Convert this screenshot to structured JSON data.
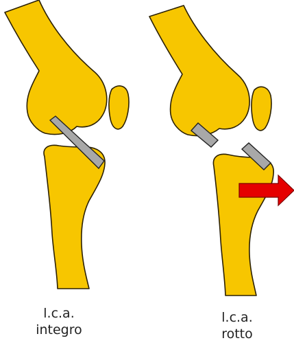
{
  "left_panel": {
    "caption_line1": "l.c.a.",
    "caption_line2": "integro"
  },
  "right_panel": {
    "caption_line1": "l.c.a.",
    "caption_line2": "rotto"
  },
  "colors": {
    "bone": "#f7c600",
    "ligament": "#a8a8a8",
    "arrow": "#e50000",
    "outline": "#2b2000"
  },
  "icons": {
    "displacement_arrow": "right-arrow-icon"
  }
}
